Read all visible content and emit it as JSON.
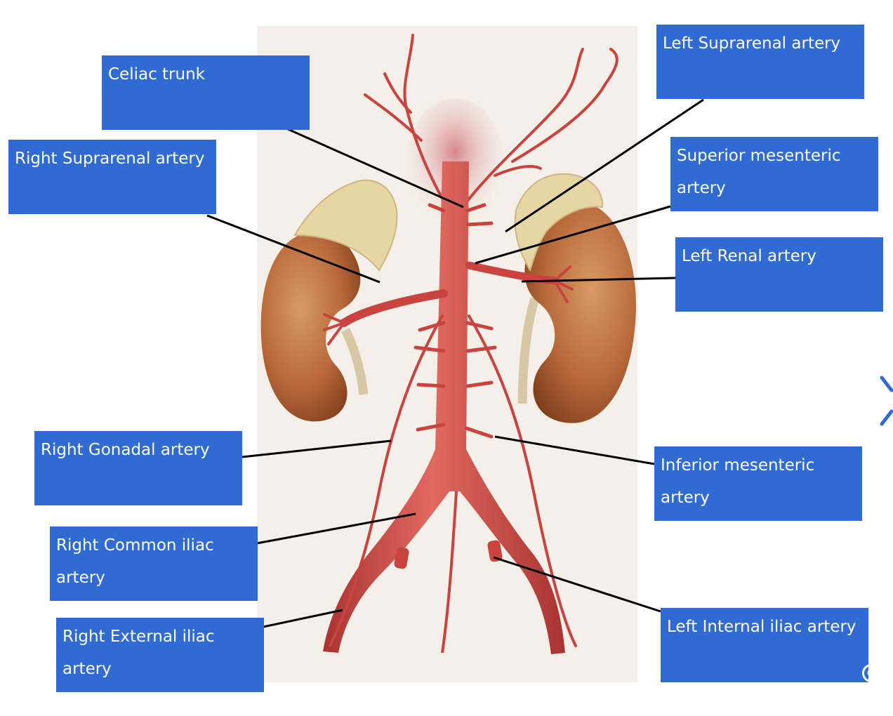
{
  "labels": {
    "celiac_trunk": "Celiac trunk",
    "right_suprarenal": "Right Suprarenal artery",
    "left_suprarenal": "Left Suprarenal artery",
    "superior_mesenteric": "Superior mesenteric artery",
    "left_renal": "Left Renal artery",
    "right_gonadal": "Right Gonadal artery",
    "inferior_mesenteric": "Inferior mesenteric artery",
    "right_common_iliac": "Right Common iliac artery",
    "right_external_iliac": "Right External iliac artery",
    "left_internal_iliac": "Left Internal iliac artery"
  },
  "copyright_symbol": "©",
  "colors": {
    "label_box": "#2f6bd3",
    "label_text": "#ffffff",
    "leader_line": "#000000",
    "artery": "#c9433f",
    "kidney": "#b8683a",
    "adrenal": "#e6d6a4",
    "panel": "#f4f0e9"
  }
}
